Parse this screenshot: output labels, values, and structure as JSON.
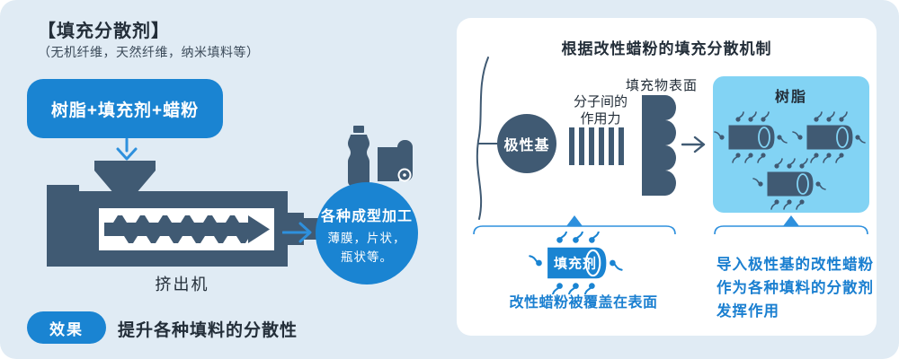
{
  "colors": {
    "background": "#e0ebf4",
    "card": "#ffffff",
    "shape_slate": "#405a73",
    "accent_blue": "#1a84d2",
    "sky_blue_box": "#82d3f4",
    "blue_text": "#1a7fd0",
    "dark_text": "#232e39"
  },
  "left": {
    "title": "【填充分散剂】",
    "subtitle": "（无机纤维，天然纤维，纳米填料等）",
    "mix_label": "树脂+填充剂+蜡粉",
    "extruder_label": "挤出机",
    "product_icons": [
      "bottle-icon",
      "film-roll-icon"
    ],
    "molding": {
      "title": "各种成型加工",
      "line1": "薄膜，片状，",
      "line2": "瓶状等。"
    },
    "effect": {
      "badge": "效果",
      "text": "提升各种填料的分散性"
    }
  },
  "right": {
    "title": "根据改性蜡粉的填充分散机制",
    "polar_group": "极性基",
    "force_line1": "分子间的",
    "force_line2": "作用力",
    "surface_label": "填充物表面",
    "resin_label": "树脂",
    "filler_label": "填充剂",
    "caption_left": "改性蜡粉被覆盖在表面",
    "caption_right_1": "导入极性基的改性蜡粉",
    "caption_right_2": "作为各种填料的分散剂",
    "caption_right_3": "发挥作用"
  }
}
